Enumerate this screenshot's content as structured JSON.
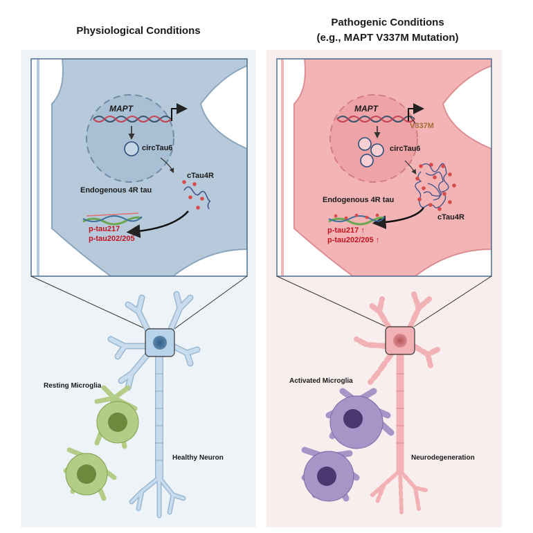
{
  "left": {
    "title": "Physiological Conditions",
    "gene": "MAPT",
    "circ": "circTau6",
    "ctau": "cTau4R",
    "endo": "Endogenous 4R tau",
    "p1": "p-tau217",
    "p2": "p-tau202/205",
    "microglia": "Resting Microglia",
    "neuron": "Healthy Neuron"
  },
  "right": {
    "title_line1": "Pathogenic Conditions",
    "title_line2": "(e.g., MAPT V337M Mutation)",
    "gene": "MAPT",
    "mutation": "V337M",
    "circ": "circTau6",
    "ctau": "cTau4R",
    "endo": "Endogenous 4R tau",
    "p1": "p-tau217",
    "p2": "p-tau202/205",
    "up_arrow": "↑",
    "microglia": "Activated Microglia",
    "neuron": "Neurodegeneration"
  },
  "colors": {
    "left_bg": "#eef3f7",
    "right_bg": "#f8eeee",
    "left_cell": "#b7cadb",
    "right_cell": "#f3b4b6",
    "neuron_blue": "#b9d3ea",
    "neuron_pink": "#f2b2b5",
    "microglia_green": "#b3cc86",
    "microglia_purple": "#a894c6",
    "ptau_red": "#c1121f"
  }
}
